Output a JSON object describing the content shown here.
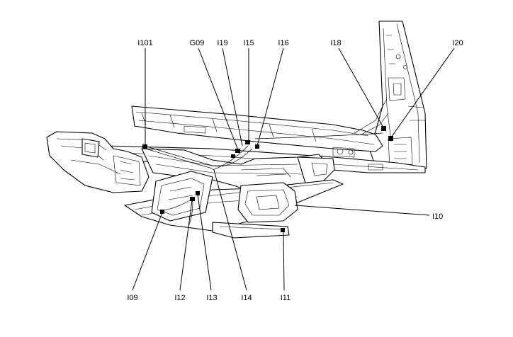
{
  "diagram": {
    "labels": {
      "i01": "I101",
      "g09": "G09",
      "i19": "I19",
      "i15": "I15",
      "i16": "I16",
      "i18": "I18",
      "i20": "I20",
      "i10": "I10",
      "i09": "I09",
      "i12": "I12",
      "i13": "I13",
      "i14": "I14",
      "i11": "I11"
    }
  }
}
